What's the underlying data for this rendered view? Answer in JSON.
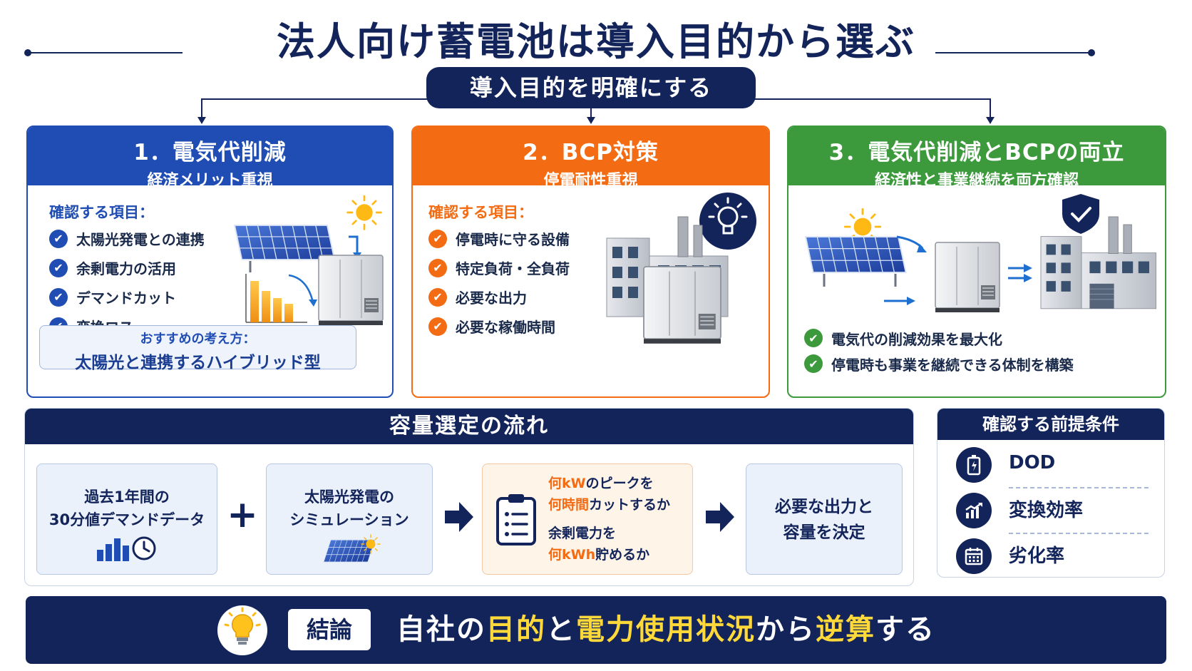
{
  "title": "法人向け蓄電池は導入目的から選ぶ",
  "purpose": "導入目的を明確にする",
  "colors": {
    "navy": "#13245a",
    "blue": "#1f4db3",
    "orange": "#f36b12",
    "green": "#3c9a3d",
    "yellow": "#ffd83a"
  },
  "cards": [
    {
      "title": "1．電気代削減",
      "subtitle": "経済メリット重視",
      "check_title": "確認する項目：",
      "items": [
        "太陽光発電との連携",
        "余剰電力の活用",
        "デマンドカット",
        "変換ロス"
      ],
      "recommend_label": "おすすめの考え方：",
      "recommend_value": "太陽光と連携するハイブリッド型",
      "icons": [
        "solar-panel-icon",
        "sun-icon",
        "battery-cabinet-icon",
        "bar-chart-icon"
      ]
    },
    {
      "title": "2．BCP対策",
      "subtitle": "停電耐性重視",
      "check_title": "確認する項目：",
      "items": [
        "停電時に守る設備",
        "特定負荷・全負荷",
        "必要な出力",
        "必要な稼働時間"
      ],
      "icons": [
        "lightbulb-icon",
        "factory-icon",
        "battery-cabinet-icon"
      ]
    },
    {
      "title": "3．電気代削減とBCPの両立",
      "subtitle": "経済性と事業継続を両方確認",
      "items": [
        "電気代の削減効果を最大化",
        "停電時も事業を継続できる体制を構築"
      ],
      "icons": [
        "sun-icon",
        "solar-panel-icon",
        "battery-cabinet-icon",
        "factory-icon",
        "shield-check-icon"
      ]
    }
  ],
  "flow": {
    "title": "容量選定の流れ",
    "steps": [
      {
        "lines": [
          "過去1年間の",
          "30分値デマンドデータ"
        ],
        "icon": "bar-chart-clock-icon"
      },
      {
        "lines": [
          "太陽光発電の",
          "シミュレーション"
        ],
        "icon": "solar-panel-icon"
      },
      {
        "lines": [
          [
            {
              "t": "何kW",
              "hl": true
            },
            {
              "t": "のピークを",
              "hl": false
            }
          ],
          [
            {
              "t": "何時間",
              "hl": true
            },
            {
              "t": "カットするか",
              "hl": false
            }
          ],
          [
            {
              "t": "余剰電力を",
              "hl": false
            }
          ],
          [
            {
              "t": "何kWh",
              "hl": true
            },
            {
              "t": "貯めるか",
              "hl": false
            }
          ]
        ],
        "icon": "clipboard-icon"
      },
      {
        "lines": [
          "必要な出力と",
          "容量を決定"
        ]
      }
    ],
    "operators": [
      "+",
      "arrow",
      "arrow"
    ]
  },
  "prereq": {
    "title": "確認する前提条件",
    "items": [
      {
        "label": "DOD",
        "icon": "battery-icon"
      },
      {
        "label": "変換効率",
        "icon": "chart-up-icon"
      },
      {
        "label": "劣化率",
        "icon": "calendar-icon"
      }
    ]
  },
  "conclusion": {
    "badge": "結論",
    "parts": [
      {
        "t": "自社の",
        "hl": false
      },
      {
        "t": "目的",
        "hl": true
      },
      {
        "t": "と",
        "hl": false
      },
      {
        "t": "電力使用状況",
        "hl": true
      },
      {
        "t": "から",
        "hl": false
      },
      {
        "t": "逆算",
        "hl": true
      },
      {
        "t": "する",
        "hl": false
      }
    ]
  }
}
